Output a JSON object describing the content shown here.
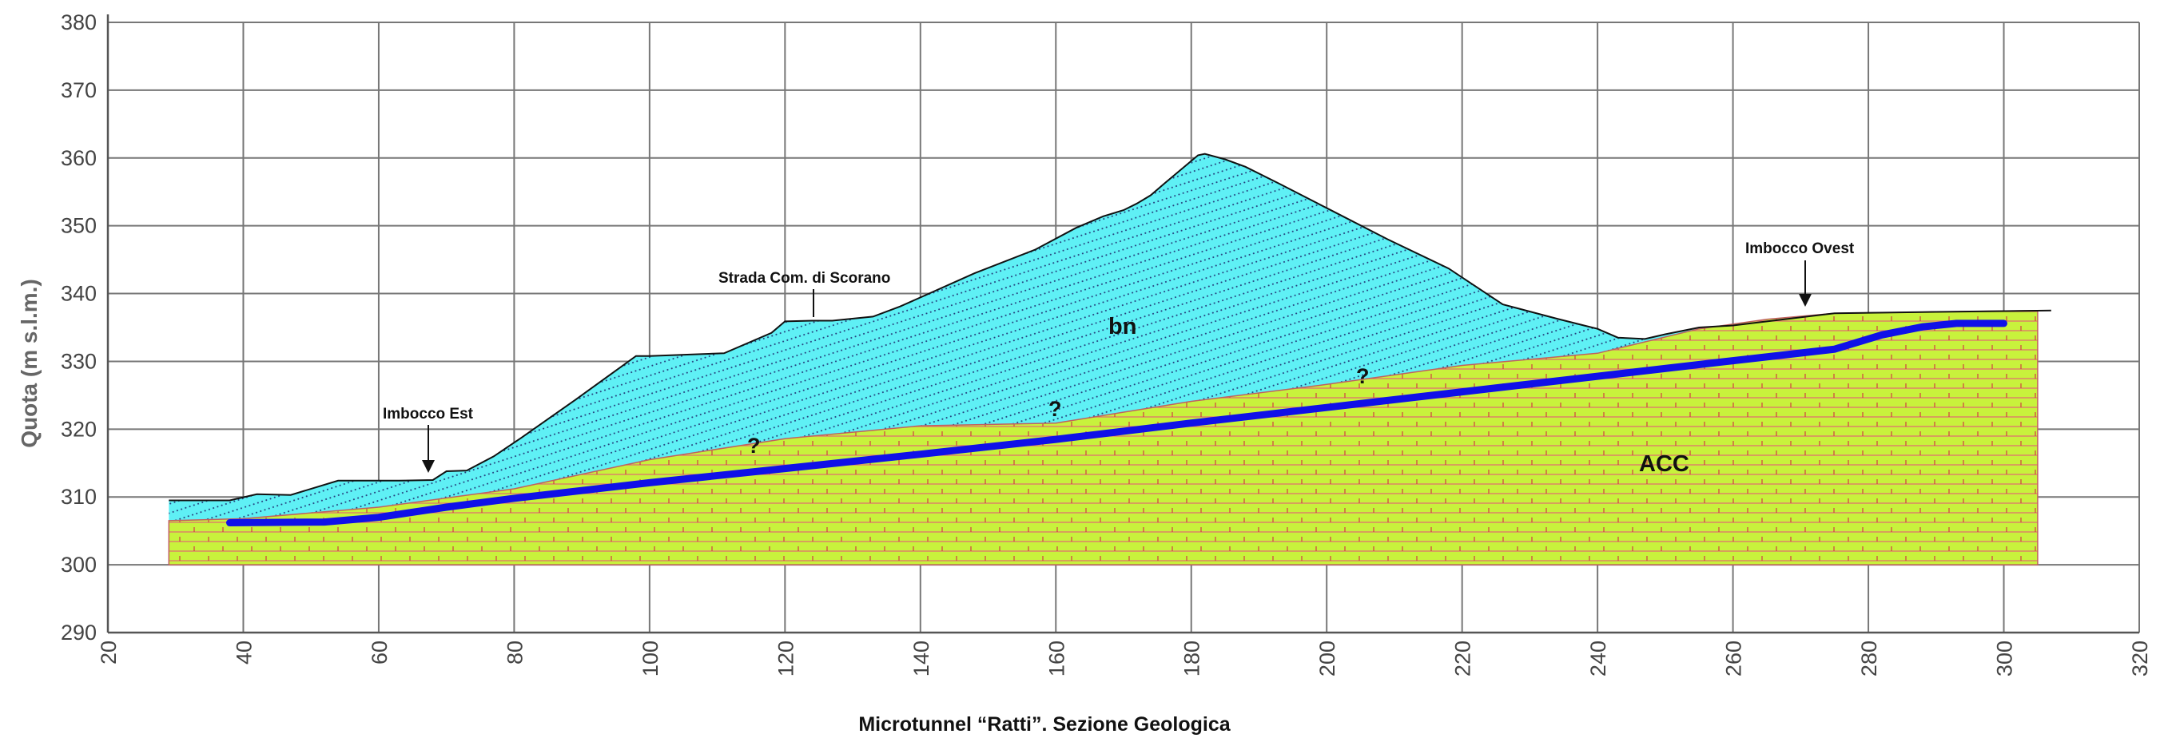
{
  "title": "Microtunnel “Ratti”. Sezione Geologica",
  "axes": {
    "ylabel": "Quota (m s.l.m.)",
    "x_ticks": [
      "20",
      "40",
      "60",
      "80",
      "100",
      "120",
      "140",
      "160",
      "180",
      "200",
      "220",
      "240",
      "260",
      "280",
      "300",
      "320"
    ],
    "y_ticks": [
      "290",
      "300",
      "310",
      "320",
      "330",
      "340",
      "350",
      "360",
      "370",
      "380"
    ],
    "xlim": [
      20,
      320
    ],
    "ylim": [
      290,
      380
    ],
    "grid": true
  },
  "annotations": {
    "imbocco_est": "Imbocco Est",
    "imbocco_ovest": "Imbocco Ovest",
    "strada": "Strada Com. di Scorano",
    "unit_bn": "bn",
    "unit_acc": "ACC",
    "uncertain": "?"
  },
  "colors": {
    "bn_fill": "#5ff0f5",
    "acc_fill": "#c8f23c",
    "acc_hatch": "#e05050",
    "tunnel": "#1010e8",
    "grid": "#777777"
  },
  "chart_data": {
    "type": "line",
    "xlabel": "",
    "ylabel": "Quota (m s.l.m.)",
    "xlim": [
      20,
      320
    ],
    "ylim": [
      290,
      380
    ],
    "series": [
      {
        "name": "bn",
        "x": [
          29,
          38,
          42,
          47,
          54,
          56,
          63,
          68,
          70,
          73,
          77,
          81,
          89,
          98,
          100,
          111,
          118,
          120,
          124,
          127,
          133,
          137,
          148,
          157,
          163,
          167,
          170,
          172,
          174,
          176,
          181,
          182,
          185,
          188,
          193,
          201,
          209,
          218,
          226,
          234,
          238,
          240,
          243,
          247,
          250,
          255,
          260
        ],
        "y": [
          309.5,
          309.5,
          310.4,
          310.3,
          312.4,
          312.4,
          312.4,
          312.5,
          313.8,
          313.9,
          316,
          318.7,
          324.3,
          330.8,
          330.8,
          331.2,
          334.2,
          335.9,
          336,
          336,
          336.6,
          338.1,
          343,
          346.5,
          349.7,
          351.4,
          352.3,
          353.3,
          354.5,
          356.2,
          360.4,
          360.6,
          359.8,
          358.7,
          356.2,
          352.1,
          348,
          343.7,
          338.4,
          336.3,
          335.3,
          334.8,
          333.5,
          333.3,
          334,
          335,
          335.3
        ]
      },
      {
        "name": "ACC",
        "x": [
          29,
          40,
          60,
          80,
          100,
          120,
          140,
          160,
          180,
          200,
          220,
          240,
          245,
          255,
          265,
          275,
          290,
          305
        ],
        "y": [
          306.5,
          306.8,
          308.5,
          311.2,
          315.5,
          318.6,
          320.5,
          320.9,
          324.1,
          326.6,
          329.4,
          331.2,
          332.4,
          334.8,
          336.2,
          337.1,
          337.3,
          337.5
        ]
      },
      {
        "name": "tunnel",
        "x": [
          38,
          52,
          60,
          70,
          80,
          100,
          120,
          140,
          160,
          180,
          200,
          220,
          240,
          260,
          275,
          282,
          288,
          293,
          300
        ],
        "y": [
          306.2,
          306.3,
          307,
          308.5,
          309.8,
          312.1,
          314.2,
          316.3,
          318.5,
          320.9,
          323.2,
          325.5,
          327.8,
          330.1,
          331.8,
          333.9,
          335.1,
          335.6,
          335.6
        ]
      }
    ]
  }
}
